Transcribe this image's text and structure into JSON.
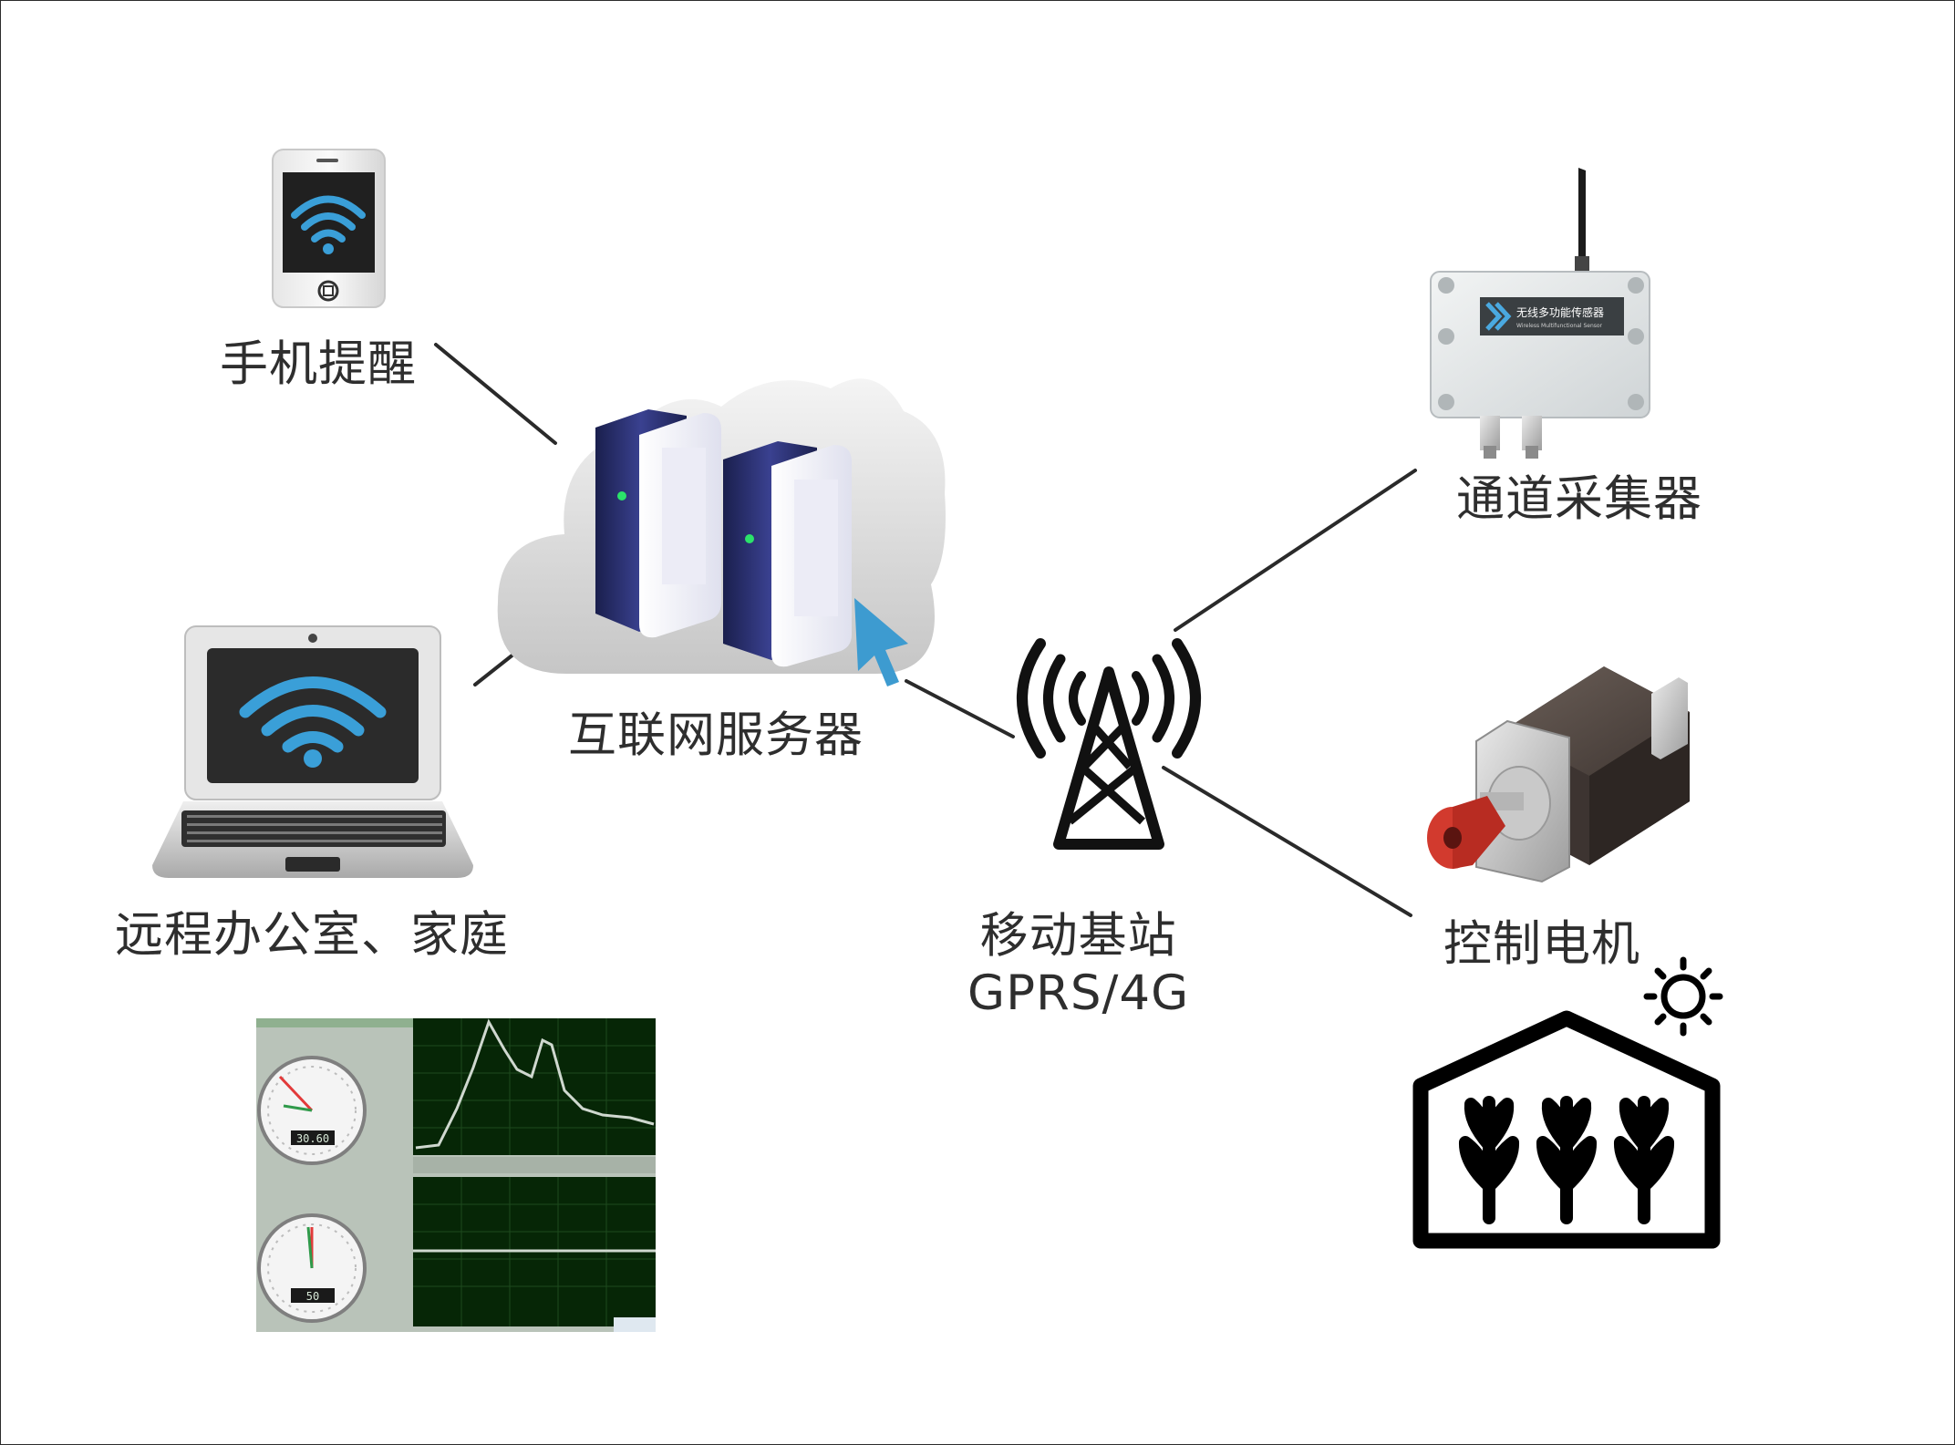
{
  "nodes": {
    "phone": {
      "label": "手机提醒"
    },
    "server": {
      "label": "互联网服务器"
    },
    "laptop": {
      "label": "远程办公室、家庭"
    },
    "base_station": {
      "label_line1": "移动基站",
      "label_line2": "GPRS/4G"
    },
    "collector": {
      "label": "通道采集器",
      "device_text": "无线多功能传感器",
      "device_subtext": "Wireless Multifunctional Sensor"
    },
    "motor": {
      "label": "控制电机"
    }
  },
  "monitor": {
    "gauge1_readout": "30.60",
    "gauge2_readout": "50"
  },
  "icons": [
    "smartphone-wifi-icon",
    "cloud-server-icon",
    "cursor-arrow-icon",
    "laptop-wifi-icon",
    "signal-tower-icon",
    "sensor-device-icon",
    "stepper-motor-icon",
    "greenhouse-icon",
    "sun-icon"
  ],
  "colors": {
    "line": "#2a2a2a",
    "label": "#2e2e2e",
    "wifi": "#3a9fd8",
    "cursor": "#3d9bd0",
    "screen": "#1f1f1f",
    "server_blue": "#2a2f6e",
    "chart_bg": "#062606",
    "chart_line": "#cfd8cf",
    "motor_coupling": "#d23a2e"
  }
}
